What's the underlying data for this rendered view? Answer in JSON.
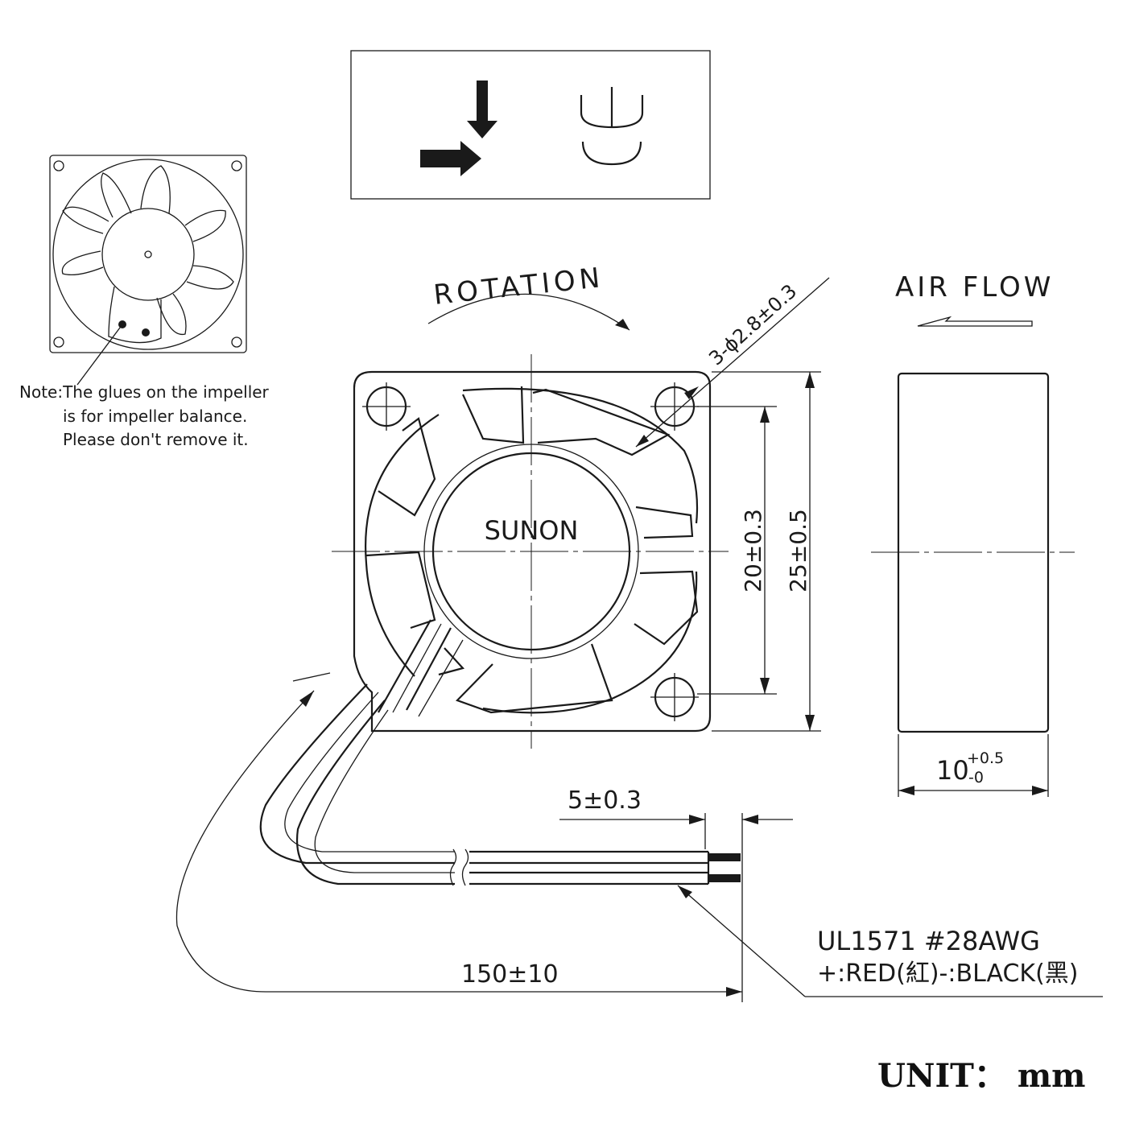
{
  "note": {
    "line1": "Note:The glues on the impeller",
    "line2": "is for impeller balance.",
    "line3": "Please don't remove it."
  },
  "labels": {
    "rotation": "ROTATION",
    "air_flow": "AIR FLOW",
    "brand": "SUNON",
    "hole_spec": "3-ϕ2.8±0.3",
    "dim_hole_pitch": "20±0.3",
    "dim_frame": "25±0.5",
    "dim_thickness_main": "10",
    "dim_thickness_upper": "+0.5",
    "dim_thickness_lower": "-0",
    "dim_strip": "5±0.3",
    "dim_lead": "150±10",
    "wire_spec_line1": "UL1571  #28AWG",
    "wire_spec_line2": "+:RED(紅)-:BLACK(黑)",
    "unit": "UNIT： mm"
  },
  "icons": [
    "airflow-rotation-arrows-icon",
    "ul-recognized-mark-icon"
  ]
}
